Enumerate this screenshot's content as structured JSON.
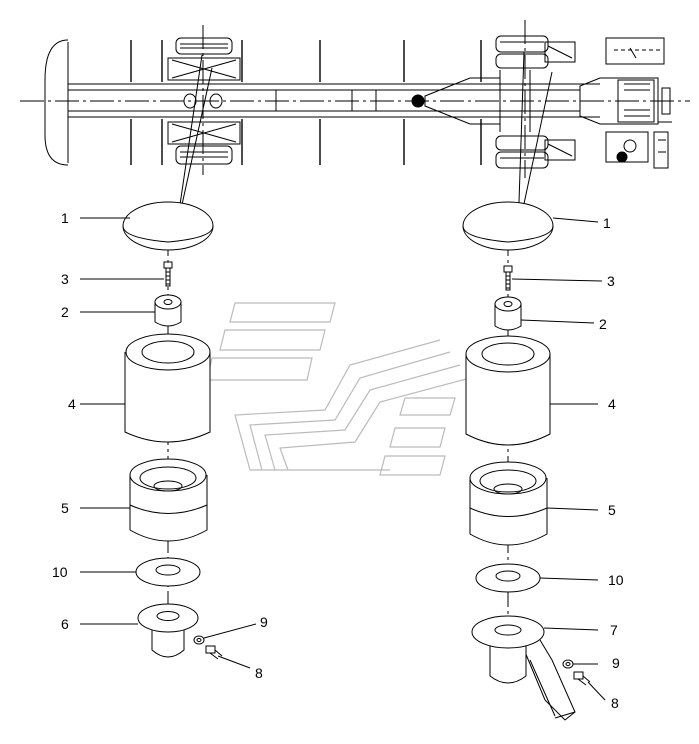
{
  "callouts": [
    {
      "id": "l1",
      "text": "1"
    },
    {
      "id": "r1",
      "text": "1"
    },
    {
      "id": "l3",
      "text": "3"
    },
    {
      "id": "r3",
      "text": "3"
    },
    {
      "id": "l2",
      "text": "2"
    },
    {
      "id": "r2",
      "text": "2"
    },
    {
      "id": "l4",
      "text": "4"
    },
    {
      "id": "r4",
      "text": "4"
    },
    {
      "id": "l5",
      "text": "5"
    },
    {
      "id": "r5",
      "text": "5"
    },
    {
      "id": "l10",
      "text": "10"
    },
    {
      "id": "r10",
      "text": "10"
    },
    {
      "id": "l6",
      "text": "6"
    },
    {
      "id": "r7",
      "text": "7"
    },
    {
      "id": "l9",
      "text": "9"
    },
    {
      "id": "r9",
      "text": "9"
    },
    {
      "id": "l8",
      "text": "8"
    },
    {
      "id": "r8",
      "text": "8"
    }
  ]
}
